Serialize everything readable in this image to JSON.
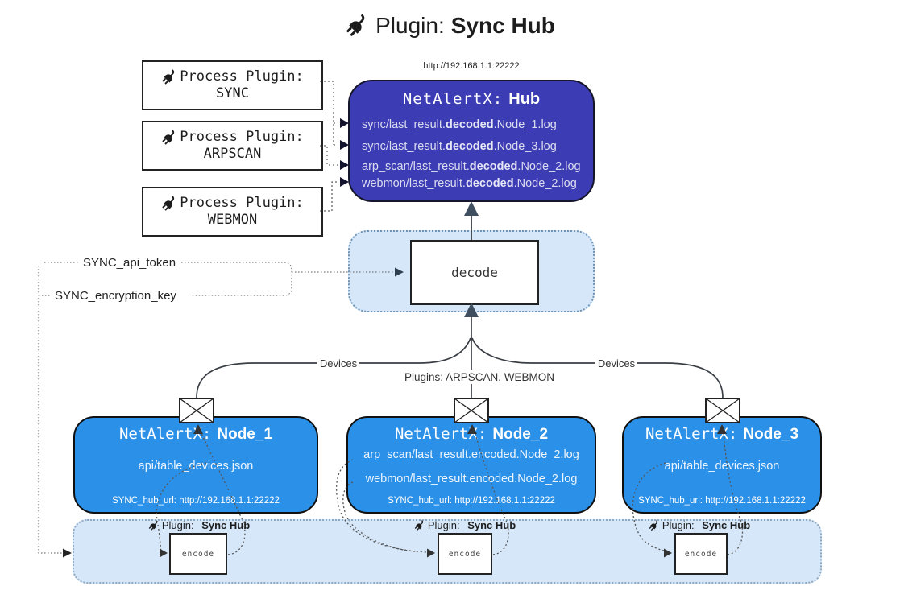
{
  "title": {
    "prefix": "Plugin:",
    "bold": "Sync Hub"
  },
  "process_plugins": [
    {
      "line1": "Process Plugin:",
      "name": "SYNC"
    },
    {
      "line1": "Process Plugin:",
      "name": "ARPSCAN"
    },
    {
      "line1": "Process Plugin:",
      "name": "WEBMON"
    }
  ],
  "hub": {
    "url": "http://192.168.1.1:22222",
    "title_prefix": "NetAlertX:",
    "title_bold": "Hub",
    "lines": [
      {
        "pre": "sync/last_result.",
        "bold": "decoded",
        "post": ".Node_1.log"
      },
      {
        "pre": "sync/last_result.",
        "bold": "decoded",
        "post": ".Node_3.log"
      },
      {
        "pre": "arp_scan/last_result.",
        "bold": "decoded",
        "post": ".Node_2.log"
      },
      {
        "pre": "webmon/last_result.",
        "bold": "decoded",
        "post": ".Node_2.log"
      }
    ]
  },
  "decode_label": "decode",
  "tokens": {
    "api_token": "SYNC_api_token",
    "encryption_key": "SYNC_encryption_key"
  },
  "edges": {
    "devices_left": "Devices",
    "devices_right": "Devices",
    "plugins_mid": "Plugins: ARPSCAN, WEBMON"
  },
  "nodes": [
    {
      "title_prefix": "NetAlertX:",
      "title_bold": "Node_1",
      "lines": [
        "api/table_devices.json"
      ],
      "hub_url": "SYNC_hub_url: http://192.168.1.1:22222"
    },
    {
      "title_prefix": "NetAlertX:",
      "title_bold": "Node_2",
      "lines": [
        "arp_scan/last_result.encoded.Node_2.log",
        "webmon/last_result.encoded.Node_2.log"
      ],
      "hub_url": "SYNC_hub_url: http://192.168.1.1:22222"
    },
    {
      "title_prefix": "NetAlertX:",
      "title_bold": "Node_3",
      "lines": [
        "api/table_devices.json"
      ],
      "hub_url": "SYNC_hub_url: http://192.168.1.1:22222"
    }
  ],
  "encoders": [
    {
      "label_prefix": "Plugin:",
      "label_bold": "Sync Hub",
      "box_label": "encode"
    },
    {
      "label_prefix": "Plugin:",
      "label_bold": "Sync Hub",
      "box_label": "encode"
    },
    {
      "label_prefix": "Plugin:",
      "label_bold": "Sync Hub",
      "box_label": "encode"
    }
  ],
  "icons": {
    "plug": "plug-icon",
    "envelope": "envelope-icon"
  },
  "colors": {
    "hub_fill": "#3c3cb5",
    "node_fill": "#2b90e8",
    "panel_fill": "#d5e7f9",
    "panel_border": "#6e93b5",
    "connector": "#3a3f45",
    "hub_text": "#dcdcf0"
  }
}
